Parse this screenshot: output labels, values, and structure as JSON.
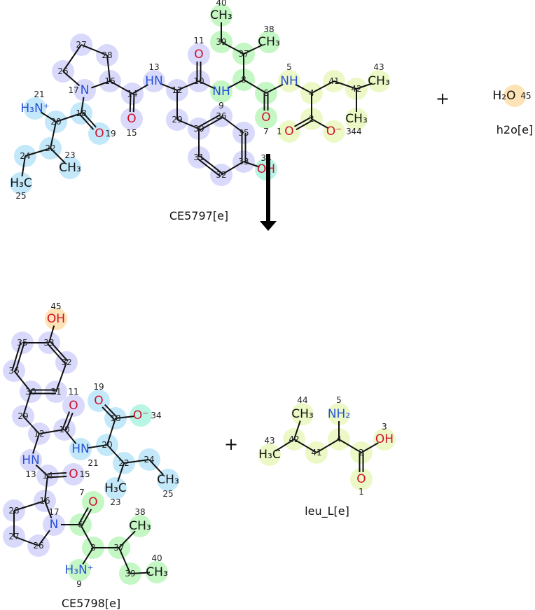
{
  "colors": {
    "A": "#c3e8fa",
    "B": "#d9d9fb",
    "C": "#c5f7c5",
    "D": "#ecf9c6",
    "E": "#b8f5e4",
    "F": "#fde3b5",
    "bond": "#111111",
    "O": "#d0102a",
    "N": "#2850d8",
    "text": "#111111"
  },
  "reaction": {
    "plus_sign": "+",
    "arrow": "down-arrow"
  },
  "molecules": [
    {
      "name": "CE5797[e]",
      "atoms": [
        {
          "id": "1",
          "label": "O",
          "group": "D"
        },
        {
          "id": "2",
          "label": "",
          "group": "D"
        },
        {
          "id": "3",
          "label": "O⁻",
          "group": "D"
        },
        {
          "id": "4",
          "label": "",
          "group": "D"
        },
        {
          "id": "5",
          "label": "NH",
          "group": "D"
        },
        {
          "id": "6",
          "label": "",
          "group": "C"
        },
        {
          "id": "7",
          "label": "O",
          "group": "C"
        },
        {
          "id": "8",
          "label": "",
          "group": "C"
        },
        {
          "id": "9",
          "label": "NH",
          "group": "C"
        },
        {
          "id": "10",
          "label": "",
          "group": "B"
        },
        {
          "id": "11",
          "label": "O",
          "group": "B"
        },
        {
          "id": "12",
          "label": "",
          "group": "B"
        },
        {
          "id": "13",
          "label": "HN",
          "group": "B"
        },
        {
          "id": "14",
          "label": "",
          "group": "B"
        },
        {
          "id": "15",
          "label": "O",
          "group": "B"
        },
        {
          "id": "16",
          "label": "",
          "group": "B"
        },
        {
          "id": "17",
          "label": "N",
          "group": "B"
        },
        {
          "id": "18",
          "label": "",
          "group": "A"
        },
        {
          "id": "19",
          "label": "O",
          "group": "A"
        },
        {
          "id": "20",
          "label": "",
          "group": "A"
        },
        {
          "id": "21",
          "label": "H₃N⁺",
          "group": "A"
        },
        {
          "id": "22",
          "label": "",
          "group": "A"
        },
        {
          "id": "23",
          "label": "CH₃",
          "group": "A"
        },
        {
          "id": "24",
          "label": "",
          "group": "A"
        },
        {
          "id": "25",
          "label": "H₃C",
          "group": "A"
        },
        {
          "id": "26",
          "label": "",
          "group": "B"
        },
        {
          "id": "27",
          "label": "",
          "group": "B"
        },
        {
          "id": "28",
          "label": "",
          "group": "B"
        },
        {
          "id": "29",
          "label": "",
          "group": "B"
        },
        {
          "id": "30",
          "label": "",
          "group": "B"
        },
        {
          "id": "31",
          "label": "",
          "group": "B"
        },
        {
          "id": "32",
          "label": "",
          "group": "B"
        },
        {
          "id": "33",
          "label": "",
          "group": "B"
        },
        {
          "id": "34",
          "label": "OH",
          "group": "E"
        },
        {
          "id": "35",
          "label": "",
          "group": "B"
        },
        {
          "id": "36",
          "label": "",
          "group": "B"
        },
        {
          "id": "37",
          "label": "",
          "group": "C"
        },
        {
          "id": "38",
          "label": "CH₃",
          "group": "C"
        },
        {
          "id": "39",
          "label": "",
          "group": "C"
        },
        {
          "id": "40",
          "label": "CH₃",
          "group": "C"
        },
        {
          "id": "41",
          "label": "",
          "group": "D"
        },
        {
          "id": "42",
          "label": "",
          "group": "D"
        },
        {
          "id": "43",
          "label": "CH₃",
          "group": "D"
        },
        {
          "id": "44",
          "label": "CH₃",
          "group": "D"
        }
      ],
      "bonds": [
        [
          "27",
          "28",
          1
        ],
        [
          "27",
          "26",
          1
        ],
        [
          "28",
          "16",
          1
        ],
        [
          "26",
          "17",
          1
        ],
        [
          "16",
          "17",
          1
        ],
        [
          "16",
          "14",
          1
        ],
        [
          "14",
          "15",
          2
        ],
        [
          "14",
          "13",
          1
        ],
        [
          "13",
          "12",
          1
        ],
        [
          "12",
          "10",
          1
        ],
        [
          "10",
          "11",
          2
        ],
        [
          "10",
          "9",
          1
        ],
        [
          "9",
          "8",
          1
        ],
        [
          "8",
          "37",
          1
        ],
        [
          "37",
          "38",
          1
        ],
        [
          "37",
          "39",
          1
        ],
        [
          "39",
          "40",
          1
        ],
        [
          "8",
          "6",
          1
        ],
        [
          "6",
          "7",
          2
        ],
        [
          "6",
          "5",
          1
        ],
        [
          "5",
          "4",
          1
        ],
        [
          "4",
          "41",
          1
        ],
        [
          "41",
          "42",
          1
        ],
        [
          "42",
          "43",
          1
        ],
        [
          "42",
          "44",
          1
        ],
        [
          "4",
          "2",
          1
        ],
        [
          "2",
          "1",
          2
        ],
        [
          "2",
          "3",
          1
        ],
        [
          "12",
          "29",
          1
        ],
        [
          "29",
          "30",
          1
        ],
        [
          "30",
          "36",
          2
        ],
        [
          "36",
          "35",
          1
        ],
        [
          "35",
          "33",
          2
        ],
        [
          "33",
          "32",
          1
        ],
        [
          "32",
          "31",
          2
        ],
        [
          "31",
          "30",
          1
        ],
        [
          "33",
          "34",
          1
        ],
        [
          "17",
          "18",
          1
        ],
        [
          "18",
          "19",
          2
        ],
        [
          "18",
          "20",
          1
        ],
        [
          "20",
          "21",
          1
        ],
        [
          "20",
          "22",
          1
        ],
        [
          "22",
          "23",
          1
        ],
        [
          "22",
          "24",
          1
        ],
        [
          "24",
          "25",
          1
        ]
      ]
    },
    {
      "name": "h2o[e]",
      "atoms": [
        {
          "id": "45",
          "label": "H₂O",
          "group": "F"
        }
      ],
      "bonds": []
    },
    {
      "name": "CE5798[e]",
      "atoms": [
        {
          "id": "45",
          "label": "OH",
          "group": "F"
        },
        {
          "id": "33",
          "label": "",
          "group": "B"
        },
        {
          "id": "35",
          "label": "",
          "group": "B"
        },
        {
          "id": "32",
          "label": "",
          "group": "B"
        },
        {
          "id": "36",
          "label": "",
          "group": "B"
        },
        {
          "id": "31",
          "label": "",
          "group": "B"
        },
        {
          "id": "30",
          "label": "",
          "group": "B"
        },
        {
          "id": "29",
          "label": "",
          "group": "B"
        },
        {
          "id": "12",
          "label": "",
          "group": "B"
        },
        {
          "id": "11",
          "label": "O",
          "group": "B"
        },
        {
          "id": "10",
          "label": "",
          "group": "B"
        },
        {
          "id": "21",
          "label": "HN",
          "group": "A"
        },
        {
          "id": "20",
          "label": "",
          "group": "A"
        },
        {
          "id": "19",
          "label": "O",
          "group": "A"
        },
        {
          "id": "18",
          "label": "",
          "group": "A"
        },
        {
          "id": "34",
          "label": "O⁻",
          "group": "E"
        },
        {
          "id": "22",
          "label": "",
          "group": "A"
        },
        {
          "id": "24",
          "label": "",
          "group": "A"
        },
        {
          "id": "25",
          "label": "CH₃",
          "group": "A"
        },
        {
          "id": "23",
          "label": "H₃C",
          "group": "A"
        },
        {
          "id": "13",
          "label": "HN",
          "group": "B"
        },
        {
          "id": "14",
          "label": "",
          "group": "B"
        },
        {
          "id": "15",
          "label": "O",
          "group": "B"
        },
        {
          "id": "16",
          "label": "",
          "group": "B"
        },
        {
          "id": "28",
          "label": "",
          "group": "B"
        },
        {
          "id": "27",
          "label": "",
          "group": "B"
        },
        {
          "id": "26",
          "label": "",
          "group": "B"
        },
        {
          "id": "17",
          "label": "N",
          "group": "B"
        },
        {
          "id": "6",
          "label": "",
          "group": "C"
        },
        {
          "id": "7",
          "label": "O",
          "group": "C"
        },
        {
          "id": "8",
          "label": "",
          "group": "C"
        },
        {
          "id": "37",
          "label": "",
          "group": "C"
        },
        {
          "id": "38",
          "label": "CH₃",
          "group": "C"
        },
        {
          "id": "39",
          "label": "",
          "group": "C"
        },
        {
          "id": "40",
          "label": "CH₃",
          "group": "C"
        },
        {
          "id": "9",
          "label": "H₃N⁺",
          "group": "C"
        }
      ],
      "bonds": [
        [
          "45",
          "33",
          1
        ],
        [
          "33",
          "35",
          1
        ],
        [
          "35",
          "36",
          2
        ],
        [
          "36",
          "30",
          1
        ],
        [
          "30",
          "31",
          2
        ],
        [
          "31",
          "32",
          1
        ],
        [
          "32",
          "33",
          2
        ],
        [
          "30",
          "29",
          1
        ],
        [
          "29",
          "12",
          1
        ],
        [
          "12",
          "10",
          1
        ],
        [
          "10",
          "11",
          2
        ],
        [
          "10",
          "21",
          1
        ],
        [
          "21",
          "20",
          1
        ],
        [
          "20",
          "18",
          1
        ],
        [
          "18",
          "19",
          2
        ],
        [
          "18",
          "34",
          1
        ],
        [
          "20",
          "22",
          1
        ],
        [
          "22",
          "23",
          1
        ],
        [
          "22",
          "24",
          1
        ],
        [
          "24",
          "25",
          1
        ],
        [
          "12",
          "13",
          1
        ],
        [
          "13",
          "14",
          1
        ],
        [
          "14",
          "15",
          2
        ],
        [
          "14",
          "16",
          1
        ],
        [
          "16",
          "28",
          1
        ],
        [
          "28",
          "27",
          1
        ],
        [
          "27",
          "26",
          1
        ],
        [
          "26",
          "17",
          1
        ],
        [
          "17",
          "16",
          1
        ],
        [
          "17",
          "6",
          1
        ],
        [
          "6",
          "7",
          2
        ],
        [
          "6",
          "8",
          1
        ],
        [
          "8",
          "9",
          1
        ],
        [
          "8",
          "37",
          1
        ],
        [
          "37",
          "38",
          1
        ],
        [
          "37",
          "39",
          1
        ],
        [
          "39",
          "40",
          1
        ]
      ]
    },
    {
      "name": "leu_L[e]",
      "atoms": [
        {
          "id": "44",
          "label": "CH₃",
          "group": "D"
        },
        {
          "id": "42",
          "label": "",
          "group": "D"
        },
        {
          "id": "43",
          "label": "H₃C",
          "group": "D"
        },
        {
          "id": "41",
          "label": "",
          "group": "D"
        },
        {
          "id": "4",
          "label": "",
          "group": "D"
        },
        {
          "id": "5",
          "label": "NH₂",
          "group": "D"
        },
        {
          "id": "2",
          "label": "",
          "group": "D"
        },
        {
          "id": "3",
          "label": "OH",
          "group": "D"
        },
        {
          "id": "1",
          "label": "O",
          "group": "D"
        }
      ],
      "bonds": [
        [
          "42",
          "44",
          1
        ],
        [
          "42",
          "43",
          1
        ],
        [
          "42",
          "41",
          1
        ],
        [
          "41",
          "4",
          1
        ],
        [
          "4",
          "5",
          1
        ],
        [
          "4",
          "2",
          1
        ],
        [
          "2",
          "3",
          1
        ],
        [
          "2",
          "1",
          2
        ]
      ]
    }
  ]
}
